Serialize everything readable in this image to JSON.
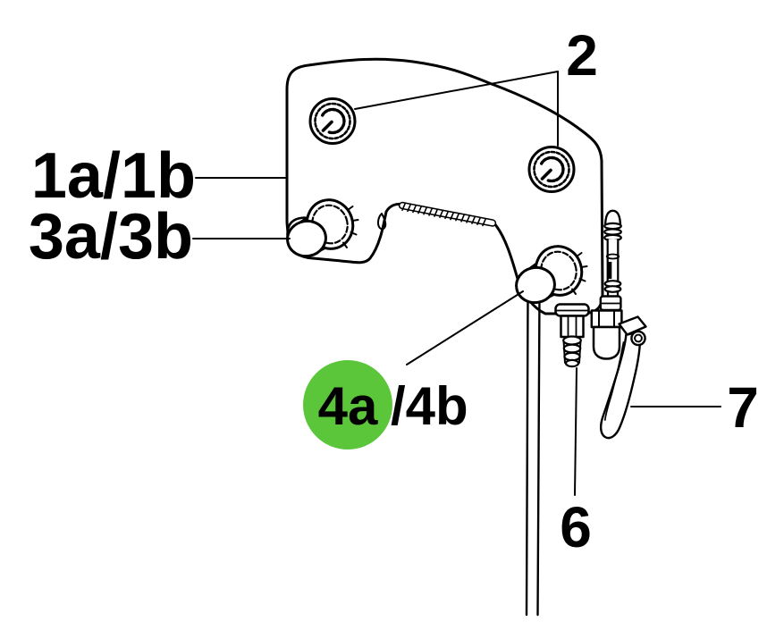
{
  "figure": {
    "type": "exploded-parts-line-diagram",
    "background": "#ffffff",
    "line_color": "#000000",
    "highlight_color": "#5bc63a",
    "callouts": {
      "c1": {
        "label": "1a/1b",
        "highlighted": false
      },
      "c2": {
        "label": "2",
        "highlighted": false
      },
      "c3": {
        "label": "3a/3b",
        "highlighted": false
      },
      "c4a": {
        "label": "4a",
        "highlighted": true
      },
      "c4b": {
        "label": "/4b",
        "highlighted": false
      },
      "c6": {
        "label": "6",
        "highlighted": false
      },
      "c7": {
        "label": "7",
        "highlighted": false
      }
    },
    "parts": [
      "mounting-bracket-manifold",
      "test-gauge-left",
      "test-gauge-right",
      "plug-connector-left",
      "plug-connector-lower",
      "down-tube",
      "hose-barb-fitting",
      "ball-valve-with-lever"
    ]
  }
}
